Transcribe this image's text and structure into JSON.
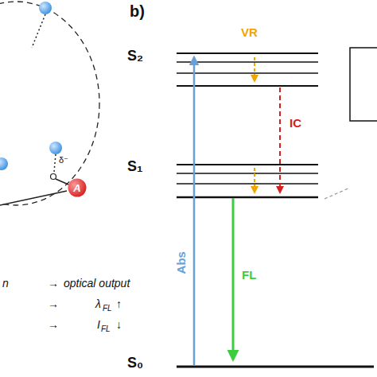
{
  "diagram": {
    "nodes": [
      {
        "text": [
          "A"
        ]
      }
    ],
    "labels": [
      "b)",
      "S₂",
      "S₁",
      "S₀",
      "VR",
      "IC",
      "Abs",
      "FL",
      "δ⁻",
      "n",
      "→",
      "optical output",
      "→",
      "λ",
      "FL",
      "↑",
      "→",
      "I",
      "FL",
      "↓"
    ]
  }
}
